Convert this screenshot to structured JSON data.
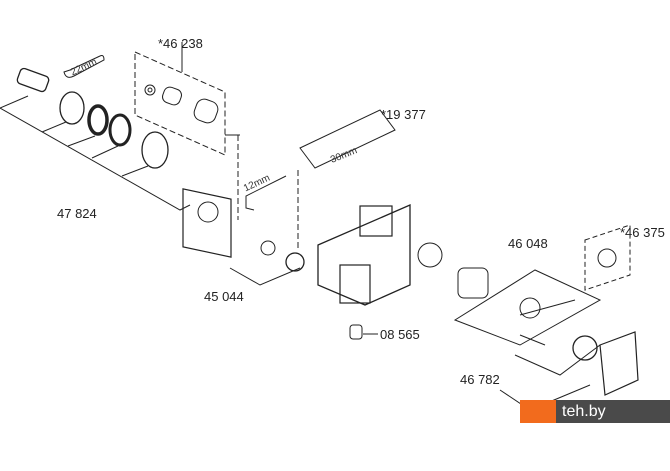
{
  "diagram": {
    "type": "exploded-parts-diagram",
    "part_labels": {
      "cartridge_set": "*46 238",
      "wrench_30": "*19 377",
      "headpart": "47 824",
      "nipple": "45 044",
      "aerator": "08 565",
      "diverter": "46 048",
      "rosette_set": "*46 375",
      "handle": "46 782"
    },
    "dimensions": {
      "wrench_22": "22mm",
      "wrench_30": "30mm",
      "hex_key": "12mm"
    }
  },
  "watermark": {
    "text": "teh.by",
    "colors": {
      "accent": "#f26b1d",
      "bar": "#4a4a4a"
    }
  }
}
